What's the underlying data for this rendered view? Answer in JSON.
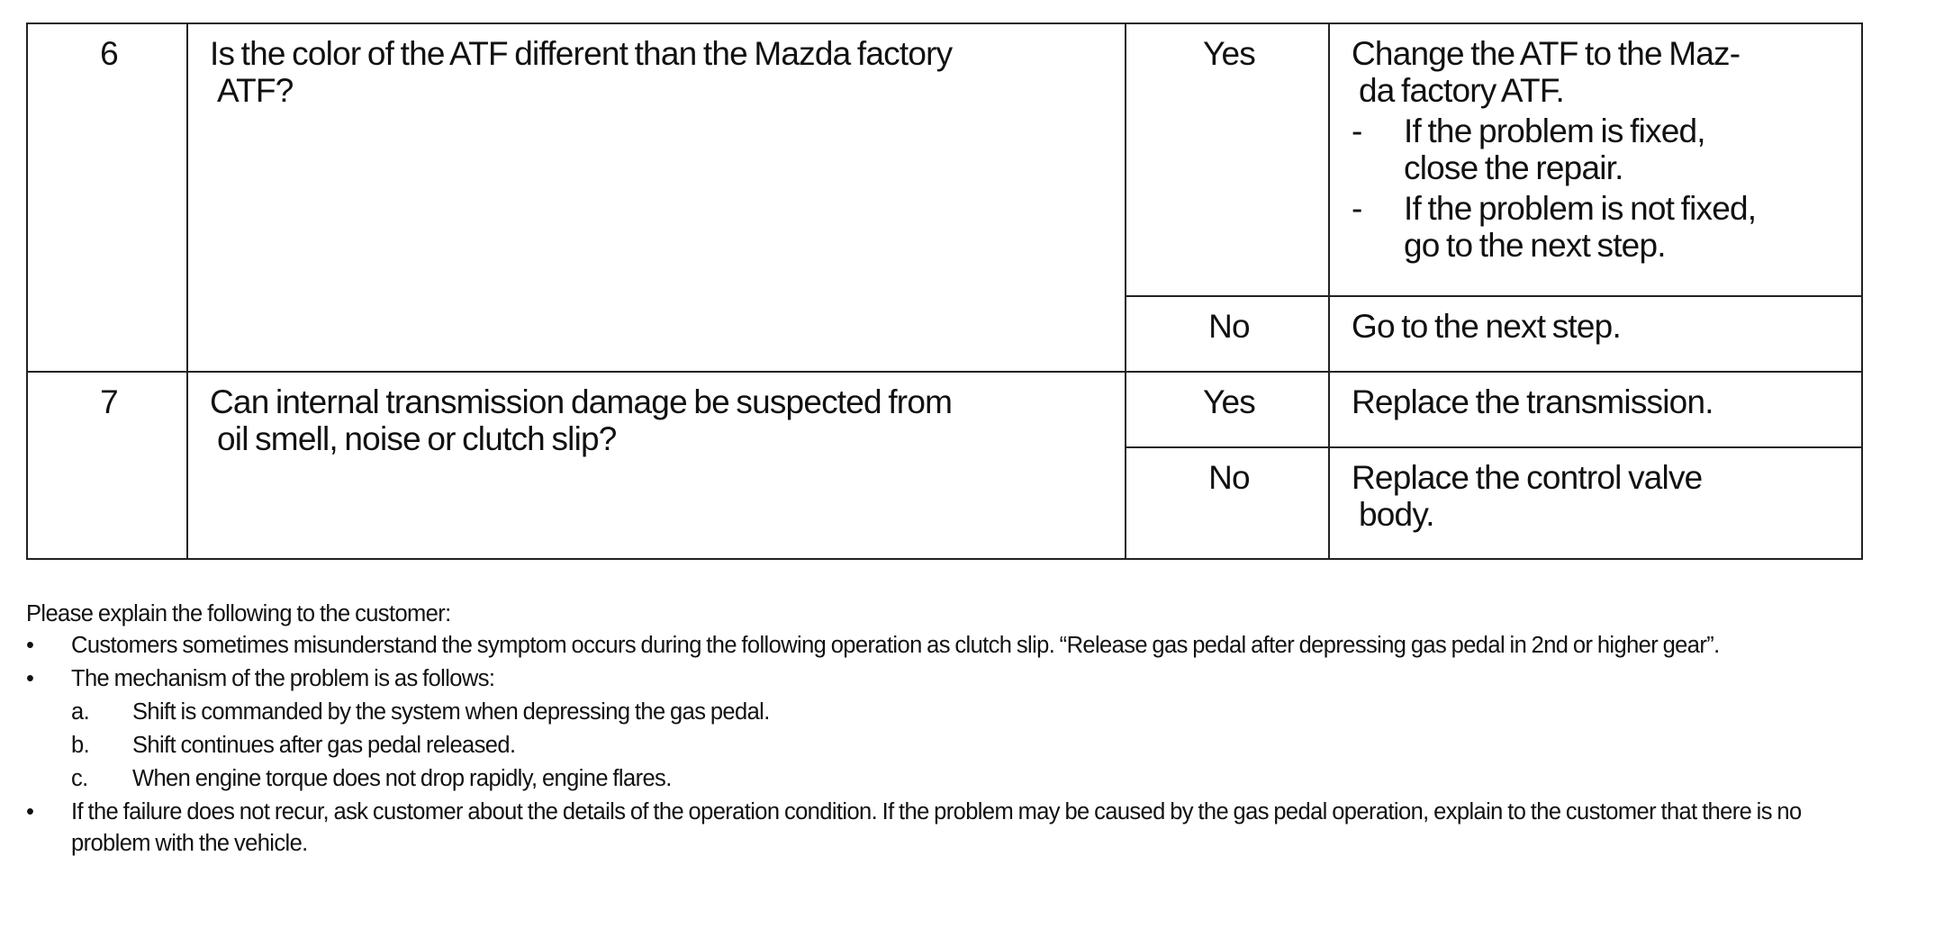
{
  "table": {
    "rows": [
      {
        "step": "6",
        "question_line1": "Is the color of the ATF different than the Mazda factory",
        "question_line2": "ATF?",
        "yes_label": "Yes",
        "yes_action": "Change the ATF to the Maz-",
        "yes_action_cont": "da factory ATF.",
        "yes_sub": [
          {
            "dash": "-",
            "line1": "If the problem is fixed,",
            "line2": "close the repair."
          },
          {
            "dash": "-",
            "line1": "If the problem is not fixed,",
            "line2": "go to the next step."
          }
        ],
        "no_label": "No",
        "no_action": "Go to the next step."
      },
      {
        "step": "7",
        "question_line1": "Can internal transmission damage be suspected from",
        "question_line2": "oil smell, noise or clutch slip?",
        "yes_label": "Yes",
        "yes_action": "Replace the transmission.",
        "no_label": "No",
        "no_action": "Replace the control valve",
        "no_action_cont": "body."
      }
    ]
  },
  "notes": {
    "intro": "Please explain the following to the customer:",
    "bullets": [
      {
        "mark": "•",
        "text": "Customers sometimes misunderstand the symptom occurs during the following operation as clutch slip. “Release gas pedal after depressing gas pedal in 2nd or higher gear”."
      },
      {
        "mark": "•",
        "text": "The mechanism of the problem is as follows:"
      },
      {
        "mark": "•",
        "text": "If the failure does not recur, ask customer about the details of the operation condition. If the problem may be caused by the gas pedal operation, explain to the customer that there is no problem with the vehicle."
      }
    ],
    "sub_items": [
      {
        "mark": "a.",
        "text": "Shift is commanded by the system when depressing the gas pedal."
      },
      {
        "mark": "b.",
        "text": "Shift continues after gas pedal released."
      },
      {
        "mark": "c.",
        "text": "When engine torque does not drop rapidly, engine flares."
      }
    ]
  }
}
